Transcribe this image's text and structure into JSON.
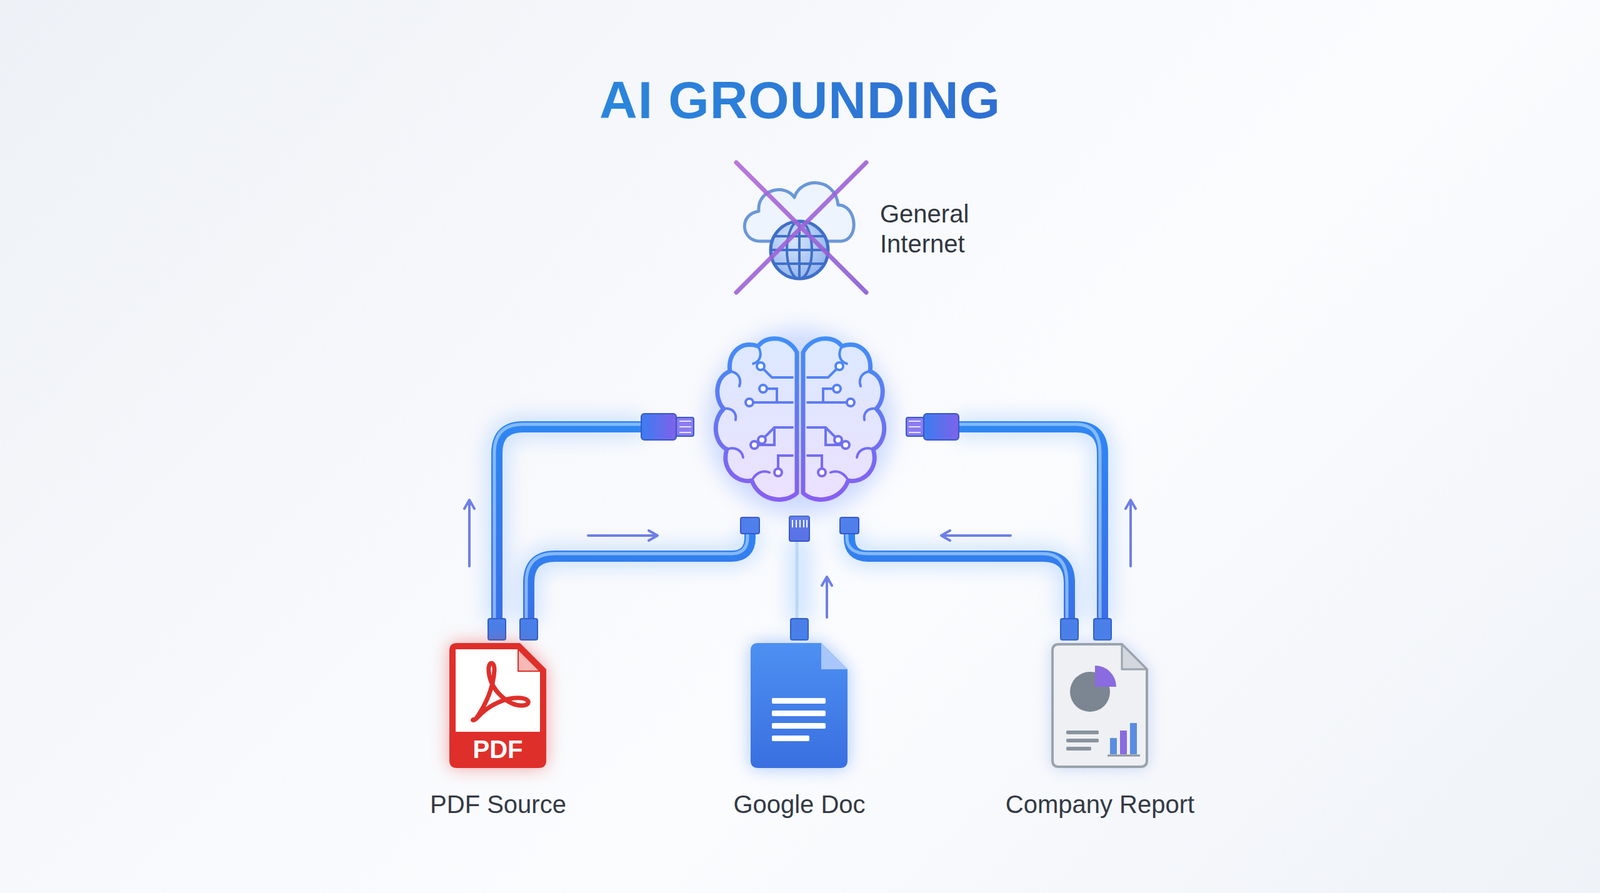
{
  "diagram": {
    "title": "AI GROUNDING",
    "nodes": [
      {
        "text": [
          "General Internet"
        ]
      },
      {
        "text": [
          "PDF",
          "PDF Source"
        ]
      },
      {
        "text": [
          "Google Doc"
        ]
      },
      {
        "text": [
          "Company Report"
        ]
      }
    ]
  }
}
